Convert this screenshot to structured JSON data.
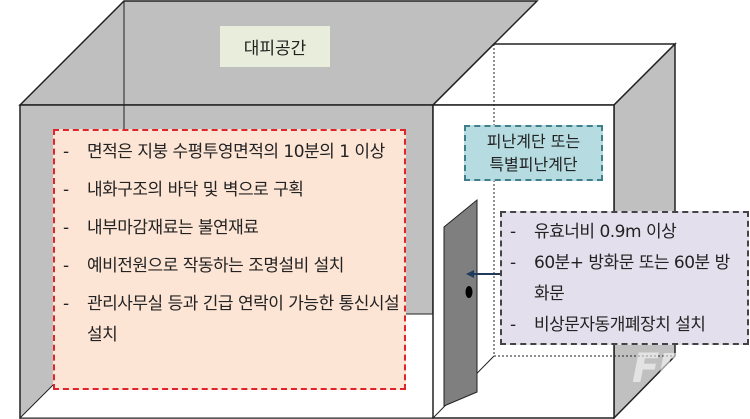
{
  "evacuation_space": {
    "label": "대피공간"
  },
  "requirements": [
    "면적은 지붕 수평투영면적의 10분의 1 이상",
    "내화구조의 바닥 및 벽으로 구획",
    "내부마감재료는 불연재료",
    "예비전원으로 작동하는 조명설비 설치",
    "관리사무실 등과 긴급 연락이 가능한 통신시설 설치"
  ],
  "stair_label": {
    "line1": "피난계단 또는",
    "line2": "특별피난계단"
  },
  "door_requirements": [
    "유효너비 0.9m 이상",
    "60분+ 방화문 또는 60분 방화문",
    "비상문자동개폐장치 설치"
  ],
  "bullet": "-",
  "watermark": "FPN",
  "colors": {
    "wall": "#c0c0c0",
    "red_box": "#fde5d6",
    "teal_box": "#b6dce2",
    "purple_box": "#e4dfec",
    "door": "#7f7f7f"
  }
}
